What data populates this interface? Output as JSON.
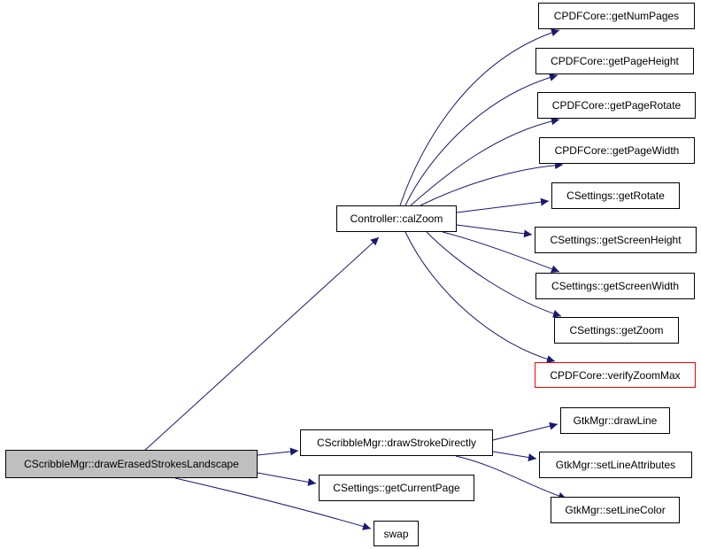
{
  "diagram": {
    "edge_color": "#191970",
    "highlight_border_color": "#ff0000",
    "root_fill_color": "#bfbfbf",
    "nodes": {
      "root": "CScribbleMgr::drawErasedStrokesLandscape",
      "calzoom": "Controller::calZoom",
      "drawstroke": "CScribbleMgr::drawStrokeDirectly",
      "currentpage": "CSettings::getCurrentPage",
      "swap": "swap",
      "numpages": "CPDFCore::getNumPages",
      "pageheight": "CPDFCore::getPageHeight",
      "pagerotate": "CPDFCore::getPageRotate",
      "pagewidth": "CPDFCore::getPageWidth",
      "rotate": "CSettings::getRotate",
      "screenheight": "CSettings::getScreenHeight",
      "screenwidth": "CSettings::getScreenWidth",
      "zoom": "CSettings::getZoom",
      "verifyzoom": "CPDFCore::verifyZoomMax",
      "drawline": "GtkMgr::drawLine",
      "lineattributes": "GtkMgr::setLineAttributes",
      "linecolor": "GtkMgr::setLineColor"
    },
    "edges": [
      [
        "root",
        "calzoom"
      ],
      [
        "root",
        "drawstroke"
      ],
      [
        "root",
        "currentpage"
      ],
      [
        "root",
        "swap"
      ],
      [
        "calzoom",
        "numpages"
      ],
      [
        "calzoom",
        "pageheight"
      ],
      [
        "calzoom",
        "pagerotate"
      ],
      [
        "calzoom",
        "pagewidth"
      ],
      [
        "calzoom",
        "rotate"
      ],
      [
        "calzoom",
        "screenheight"
      ],
      [
        "calzoom",
        "screenwidth"
      ],
      [
        "calzoom",
        "zoom"
      ],
      [
        "calzoom",
        "verifyzoom"
      ],
      [
        "drawstroke",
        "drawline"
      ],
      [
        "drawstroke",
        "lineattributes"
      ],
      [
        "drawstroke",
        "linecolor"
      ]
    ]
  }
}
